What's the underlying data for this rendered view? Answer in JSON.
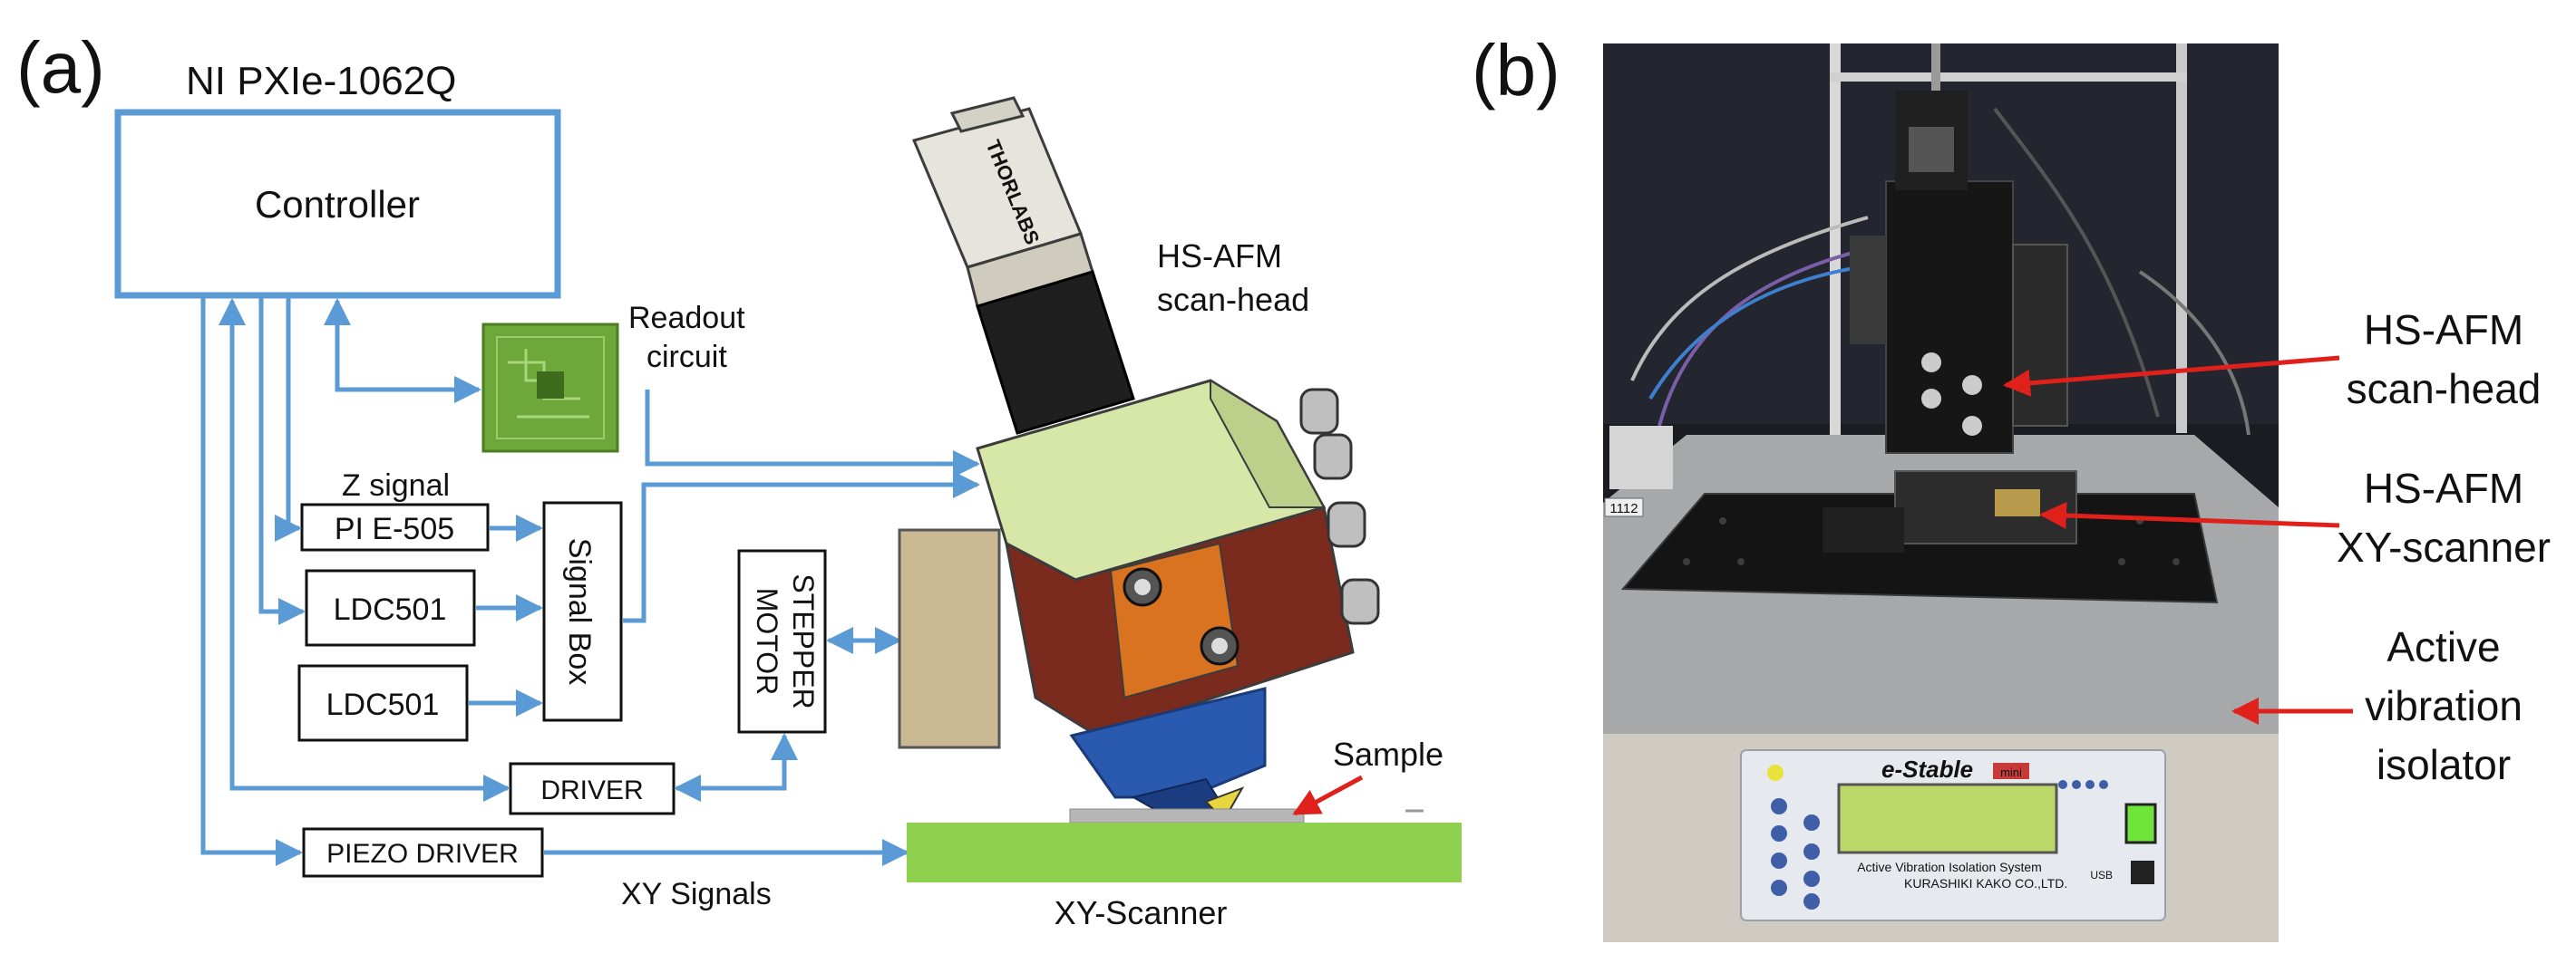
{
  "panel_a": {
    "panel_label": "(a)",
    "chassis_title": "NI PXIe-1062Q",
    "controller_label": "Controller",
    "readout_label_line1": "Readout",
    "readout_label_line2": "circuit",
    "z_signal_label": "Z signal",
    "pi_label": "PI E-505",
    "ldc1_label": "LDC501",
    "ldc2_label": "LDC501",
    "signal_box_label": "Signal Box",
    "stepper_label_line1": "STEPPER",
    "stepper_label_line2": "MOTOR",
    "driver_label": "DRIVER",
    "piezo_driver_label": "PIEZO DRIVER",
    "xy_signals_label": "XY Signals",
    "scanhead_label_line1": "HS-AFM",
    "scanhead_label_line2": "scan-head",
    "sample_label": "Sample",
    "xy_scanner_label": "XY-Scanner",
    "thorlabs_text": "THORLABS"
  },
  "panel_b": {
    "panel_label": "(b)",
    "scanhead_label_line1": "HS-AFM",
    "scanhead_label_line2": "scan-head",
    "xyscanner_label_line1": "HS-AFM",
    "xyscanner_label_line2": "XY-scanner",
    "isolator_label_line1": "Active",
    "isolator_label_line2": "vibration",
    "isolator_label_line3": "isolator",
    "brand_text": "e-Stable",
    "brand_sub": "mini",
    "display_caption": "Active Vibration Isolation System",
    "maker_text": "KURASHIKI KAKO CO.,LTD.",
    "usb_label": "USB",
    "tag_text": "1112"
  },
  "colors": {
    "wire_blue": "#5b9bd5",
    "controller_border": "#5b9bd5",
    "stage_green": "#8fd14f",
    "annotation_red": "#e0201b"
  }
}
